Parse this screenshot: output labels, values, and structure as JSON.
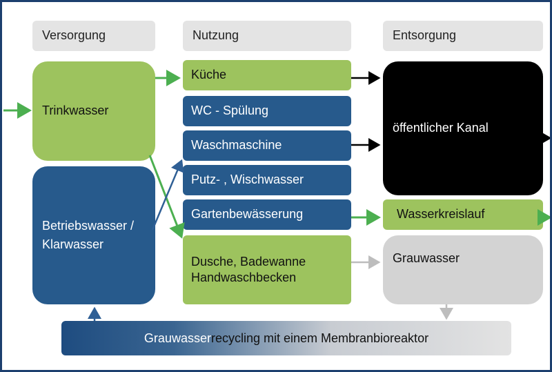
{
  "headers": {
    "supply": "Versorgung",
    "usage": "Nutzung",
    "disposal": "Entsorgung"
  },
  "sources": {
    "drinking": "Trinkwasser",
    "service_line1": "Betriebswasser /",
    "service_line2": "Klarwasser"
  },
  "uses": {
    "kitchen": "Küche",
    "toilet": "WC - Spülung",
    "washing": "Waschmaschine",
    "cleaning": "Putz- , Wischwasser",
    "garden": "Gartenbewässerung",
    "shower_line1": "Dusche, Badewanne",
    "shower_line2": "Handwaschbecken"
  },
  "sinks": {
    "sewer": "öffentlicher Kanal",
    "cycle": "Wasserkreislauf",
    "greywater": "Grauwasser"
  },
  "recycling": {
    "part1": "Grauwasser",
    "part2": "recycling mit einem Membranbioreaktor"
  },
  "colors": {
    "green": "#9dc35e",
    "blue": "#275a8c",
    "black": "#000000",
    "grey": "#d3d3d3",
    "header": "#e4e4e4",
    "arrow_green": "#4caf50",
    "arrow_blue": "#2f5f95",
    "arrow_grey": "#bdbdbd"
  }
}
